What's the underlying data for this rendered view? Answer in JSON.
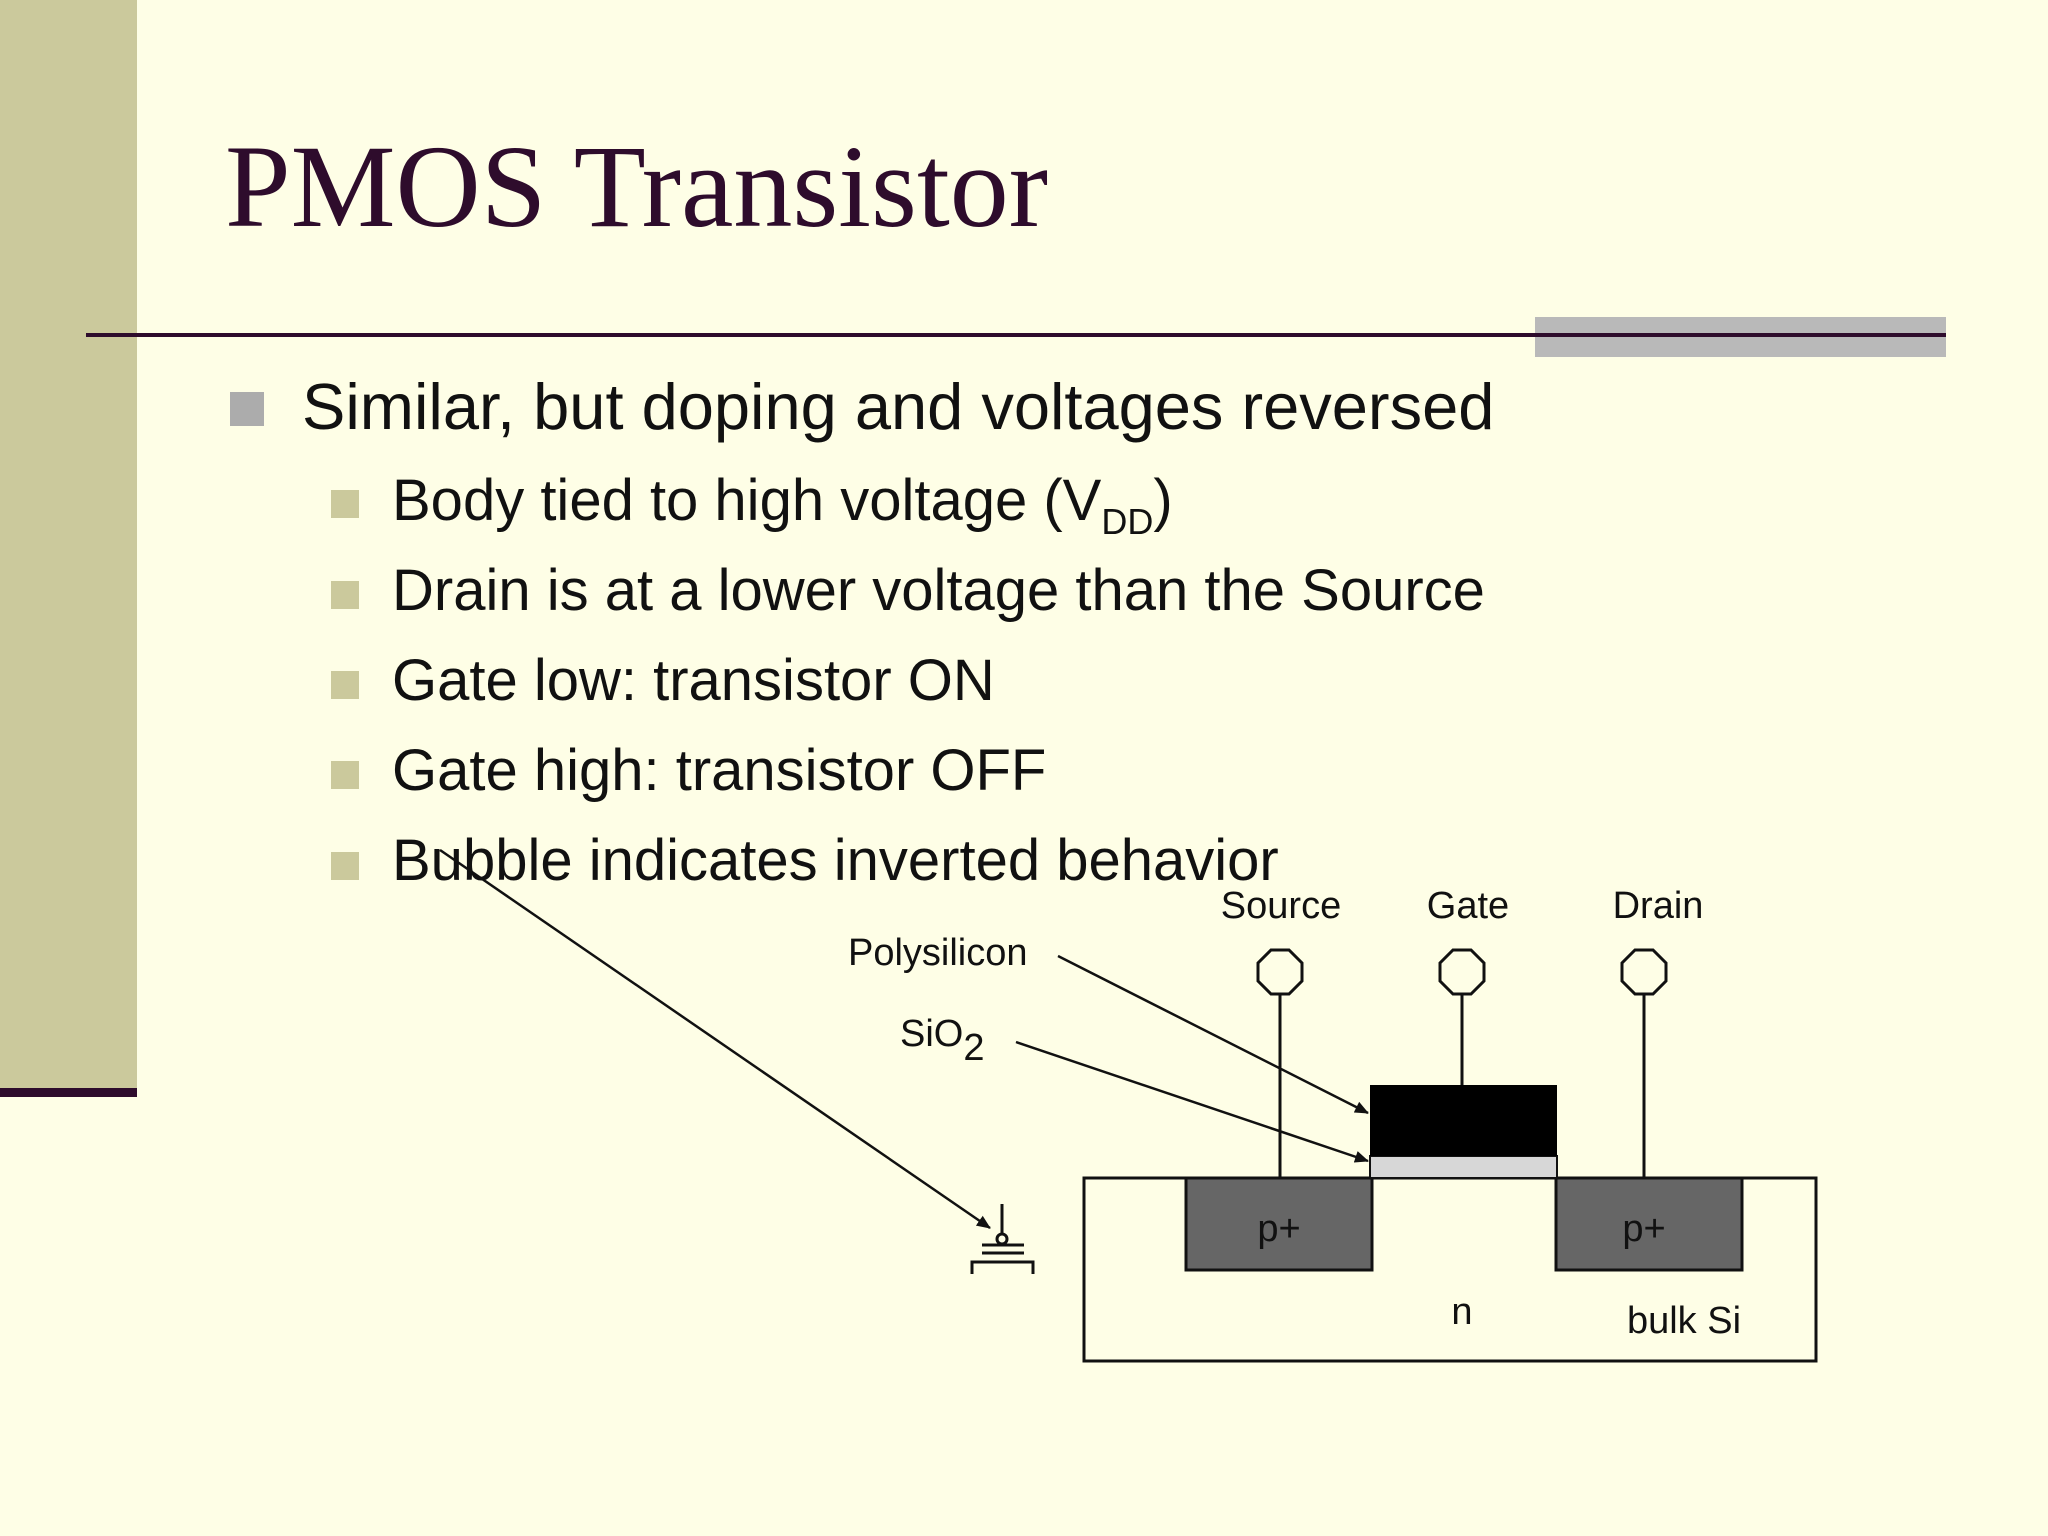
{
  "slide": {
    "title": "PMOS Transistor",
    "bullet": "Similar, but doping and voltages reversed",
    "subbullets": {
      "body": {
        "text": "Body tied to high voltage (V",
        "sub": "DD",
        "close": ")"
      },
      "drain": "Drain is at a lower voltage than the Source",
      "gate_low": "Gate low: transistor ON",
      "gate_high": "Gate high: transistor OFF",
      "bubble": "Bubble indicates inverted behavior"
    }
  },
  "diagram": {
    "labels": {
      "source": "Source",
      "gate": "Gate",
      "drain": "Drain",
      "polysilicon": "Polysilicon",
      "sio2_base": "SiO",
      "sio2_sub": "2",
      "p_plus_source": "p+",
      "p_plus_drain": "p+",
      "n": "n",
      "bulk": "bulk Si"
    },
    "colors": {
      "diffusion": "#666666",
      "gate": "#000000",
      "oxide": "#d7d7d7",
      "substrate": "#fefee6"
    }
  }
}
